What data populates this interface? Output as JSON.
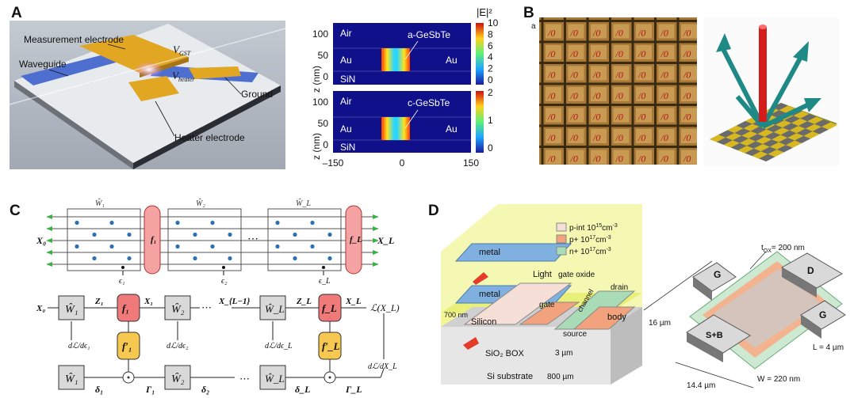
{
  "panels": {
    "a": {
      "letter": "A",
      "device": {
        "measurement_electrode": "Measurement electrode",
        "waveguide": "Waveguide",
        "v_gst": "V",
        "v_gst_sub": "GST",
        "v_heater": "V",
        "v_heater_sub": "heater",
        "ground": "Ground",
        "heater_electrode": "Heater electrode"
      },
      "field_maps": {
        "colorbar_title": "|E|²",
        "z_axis_label": "z (nm)",
        "z_ticks": [
          "100",
          "50",
          "0"
        ],
        "x_ticks": [
          "–150",
          "0",
          "150"
        ],
        "region_labels": {
          "air": "Air",
          "au": "Au",
          "sin": "SiN"
        },
        "top": {
          "material": "a-GeSbTe",
          "colorbar_ticks": [
            "10",
            "8",
            "6",
            "4",
            "2",
            "0"
          ]
        },
        "bottom": {
          "material": "c-GeSbTe",
          "colorbar_ticks": [
            "2",
            "1",
            "0"
          ]
        }
      }
    },
    "b": {
      "letter": "B",
      "sublabel": "a",
      "tile_text": "⁄0"
    },
    "c": {
      "letter": "C",
      "mesh": {
        "W1": "Ŵ₁",
        "W2": "Ŵ₂",
        "WL": "Ŵ_L",
        "f1": "f₁",
        "fL": "f_L",
        "X0": "X₀",
        "XL": "X_L",
        "e1": "ϵ₁",
        "e2": "ϵ₂",
        "eL": "ϵ_L",
        "dots": "⋯"
      },
      "graph": {
        "X0": "X₀",
        "W1": "Ŵ₁",
        "Z1": "Z₁",
        "f1": "f₁",
        "X1": "X₁",
        "W2": "Ŵ₂",
        "dots": "⋯",
        "XLm1": "X_{L−1}",
        "WL": "Ŵ_L",
        "ZL": "Z_L",
        "fL": "f_L",
        "XL": "X_L",
        "loss": "ℒ(X_L)",
        "f1p": "f′₁",
        "fLp": "f′_L",
        "dL_de1": "dℒ/dϵ₁",
        "dL_de2": "dℒ/dϵ₂",
        "dL_deL": "dℒ/dϵ_L",
        "dL_dXL": "dℒ/dX_L",
        "d1": "δ₁",
        "G1": "Γ₁",
        "d2": "δ₂",
        "dL": "δ_L",
        "GL": "Γ_L"
      }
    },
    "d": {
      "letter": "D",
      "legend": [
        {
          "label": "p-int 10",
          "exp": "15",
          "unit": "cm",
          "uexp": "-3",
          "color": "#f6dfd6"
        },
        {
          "label": "p+ 10",
          "exp": "17",
          "unit": "cm",
          "uexp": "-3",
          "color": "#f2a27c"
        },
        {
          "label": "n+ 10",
          "exp": "17",
          "unit": "cm",
          "uexp": "-3",
          "color": "#a9dcb6"
        }
      ],
      "stack": {
        "metal1": "metal",
        "metal2": "metal",
        "light": "Light",
        "gate_oxide": "gate oxide",
        "drain": "drain",
        "gate": "gate",
        "channel": "channel",
        "body": "body",
        "source": "source",
        "silicon": "Silicon",
        "dim_700": "700 nm",
        "box": "SiO₂ BOX",
        "dim_3": "3 µm",
        "substrate": "Si substrate",
        "dim_800": "800 µm"
      },
      "layout": {
        "tox": "t",
        "tox_sub": "OX",
        "tox_val": "= 200 nm",
        "G": "G",
        "D": "D",
        "SB": "S+B",
        "dim_16": "16 µm",
        "dim_144": "14.4 µm",
        "W": "W = 220 nm",
        "L": "L = 4 µm"
      }
    }
  }
}
